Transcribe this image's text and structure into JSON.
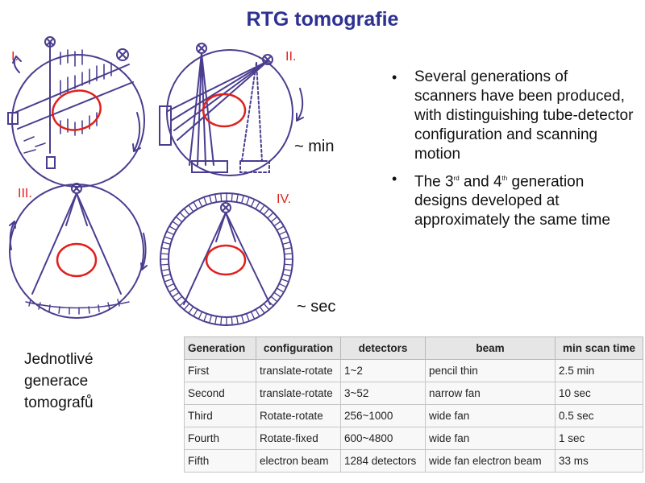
{
  "title": "RTG tomografie",
  "diagram_labels": {
    "gen1": "I.",
    "gen2": "II.",
    "gen3": "III.",
    "gen4": "IV.",
    "time_min": "~ min",
    "time_sec": "~ sec"
  },
  "bullets": [
    {
      "text": "Several generations of scanners have been produced, with distinguishing tube-detector configuration and scanning motion"
    },
    {
      "pre": "The 3",
      "sup1": "rd",
      "mid": " and 4",
      "sup2": "th",
      "post": " generation designs developed at approximately the same time"
    }
  ],
  "caption": [
    "Jednotlivé",
    "generace",
    "tomografů"
  ],
  "table": {
    "headers": [
      "Generation",
      "configuration",
      "detectors",
      "beam",
      "min scan time"
    ],
    "rows": [
      [
        "First",
        "translate-rotate",
        "1~2",
        "pencil thin",
        "2.5 min"
      ],
      [
        "Second",
        "translate-rotate",
        "3~52",
        "narrow fan",
        "10 sec"
      ],
      [
        "Third",
        "Rotate-rotate",
        "256~1000",
        "wide fan",
        "0.5 sec"
      ],
      [
        "Fourth",
        "Rotate-fixed",
        "600~4800",
        "wide fan",
        "1 sec"
      ],
      [
        "Fifth",
        "electron beam",
        "1284 detectors",
        "wide fan electron beam",
        "33 ms"
      ]
    ]
  },
  "colors": {
    "title": "#2e3192",
    "sketch": "#4a3d8f",
    "object": "#e0201c"
  },
  "icons": [
    "x-ray-source-icon",
    "detector-icon",
    "rotation-arrow-icon"
  ]
}
